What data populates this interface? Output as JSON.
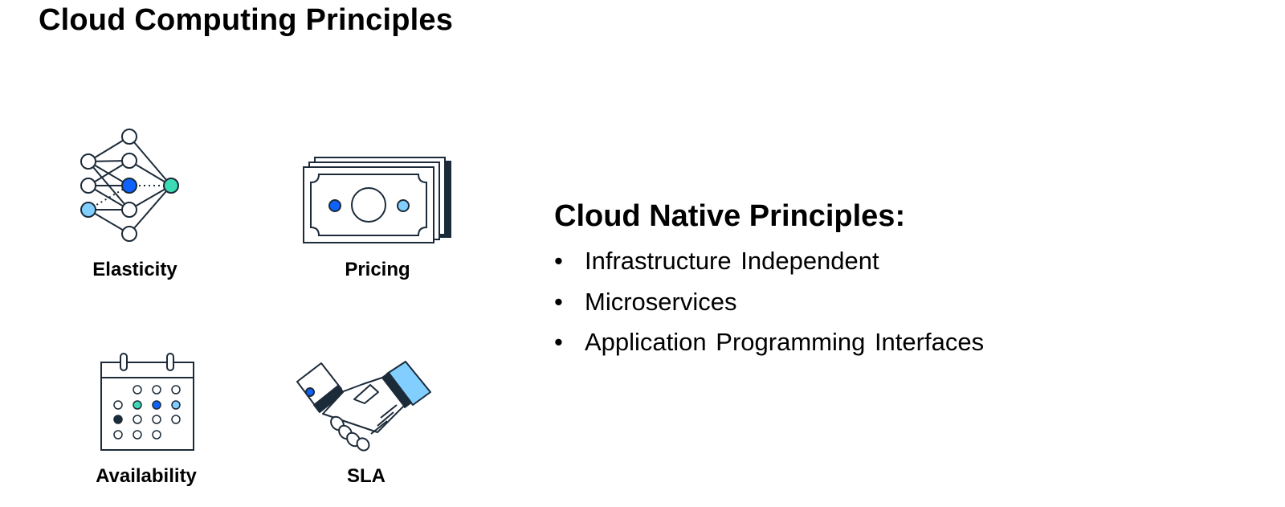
{
  "title": "Cloud Computing Principles",
  "principles": [
    {
      "label": "Elasticity",
      "icon": "neural-network-icon"
    },
    {
      "label": "Pricing",
      "icon": "banknotes-icon"
    },
    {
      "label": "Availability",
      "icon": "calendar-icon"
    },
    {
      "label": "SLA",
      "icon": "handshake-icon"
    }
  ],
  "cloud_native": {
    "heading": "Cloud Native Principles:",
    "items": [
      "Infrastructure Independent",
      "Microservices",
      "Application Programming Interfaces"
    ]
  },
  "colors": {
    "stroke": "#1c2b39",
    "blue": "#0f62fe",
    "light_blue": "#82cfff",
    "teal": "#3ddbb5"
  }
}
